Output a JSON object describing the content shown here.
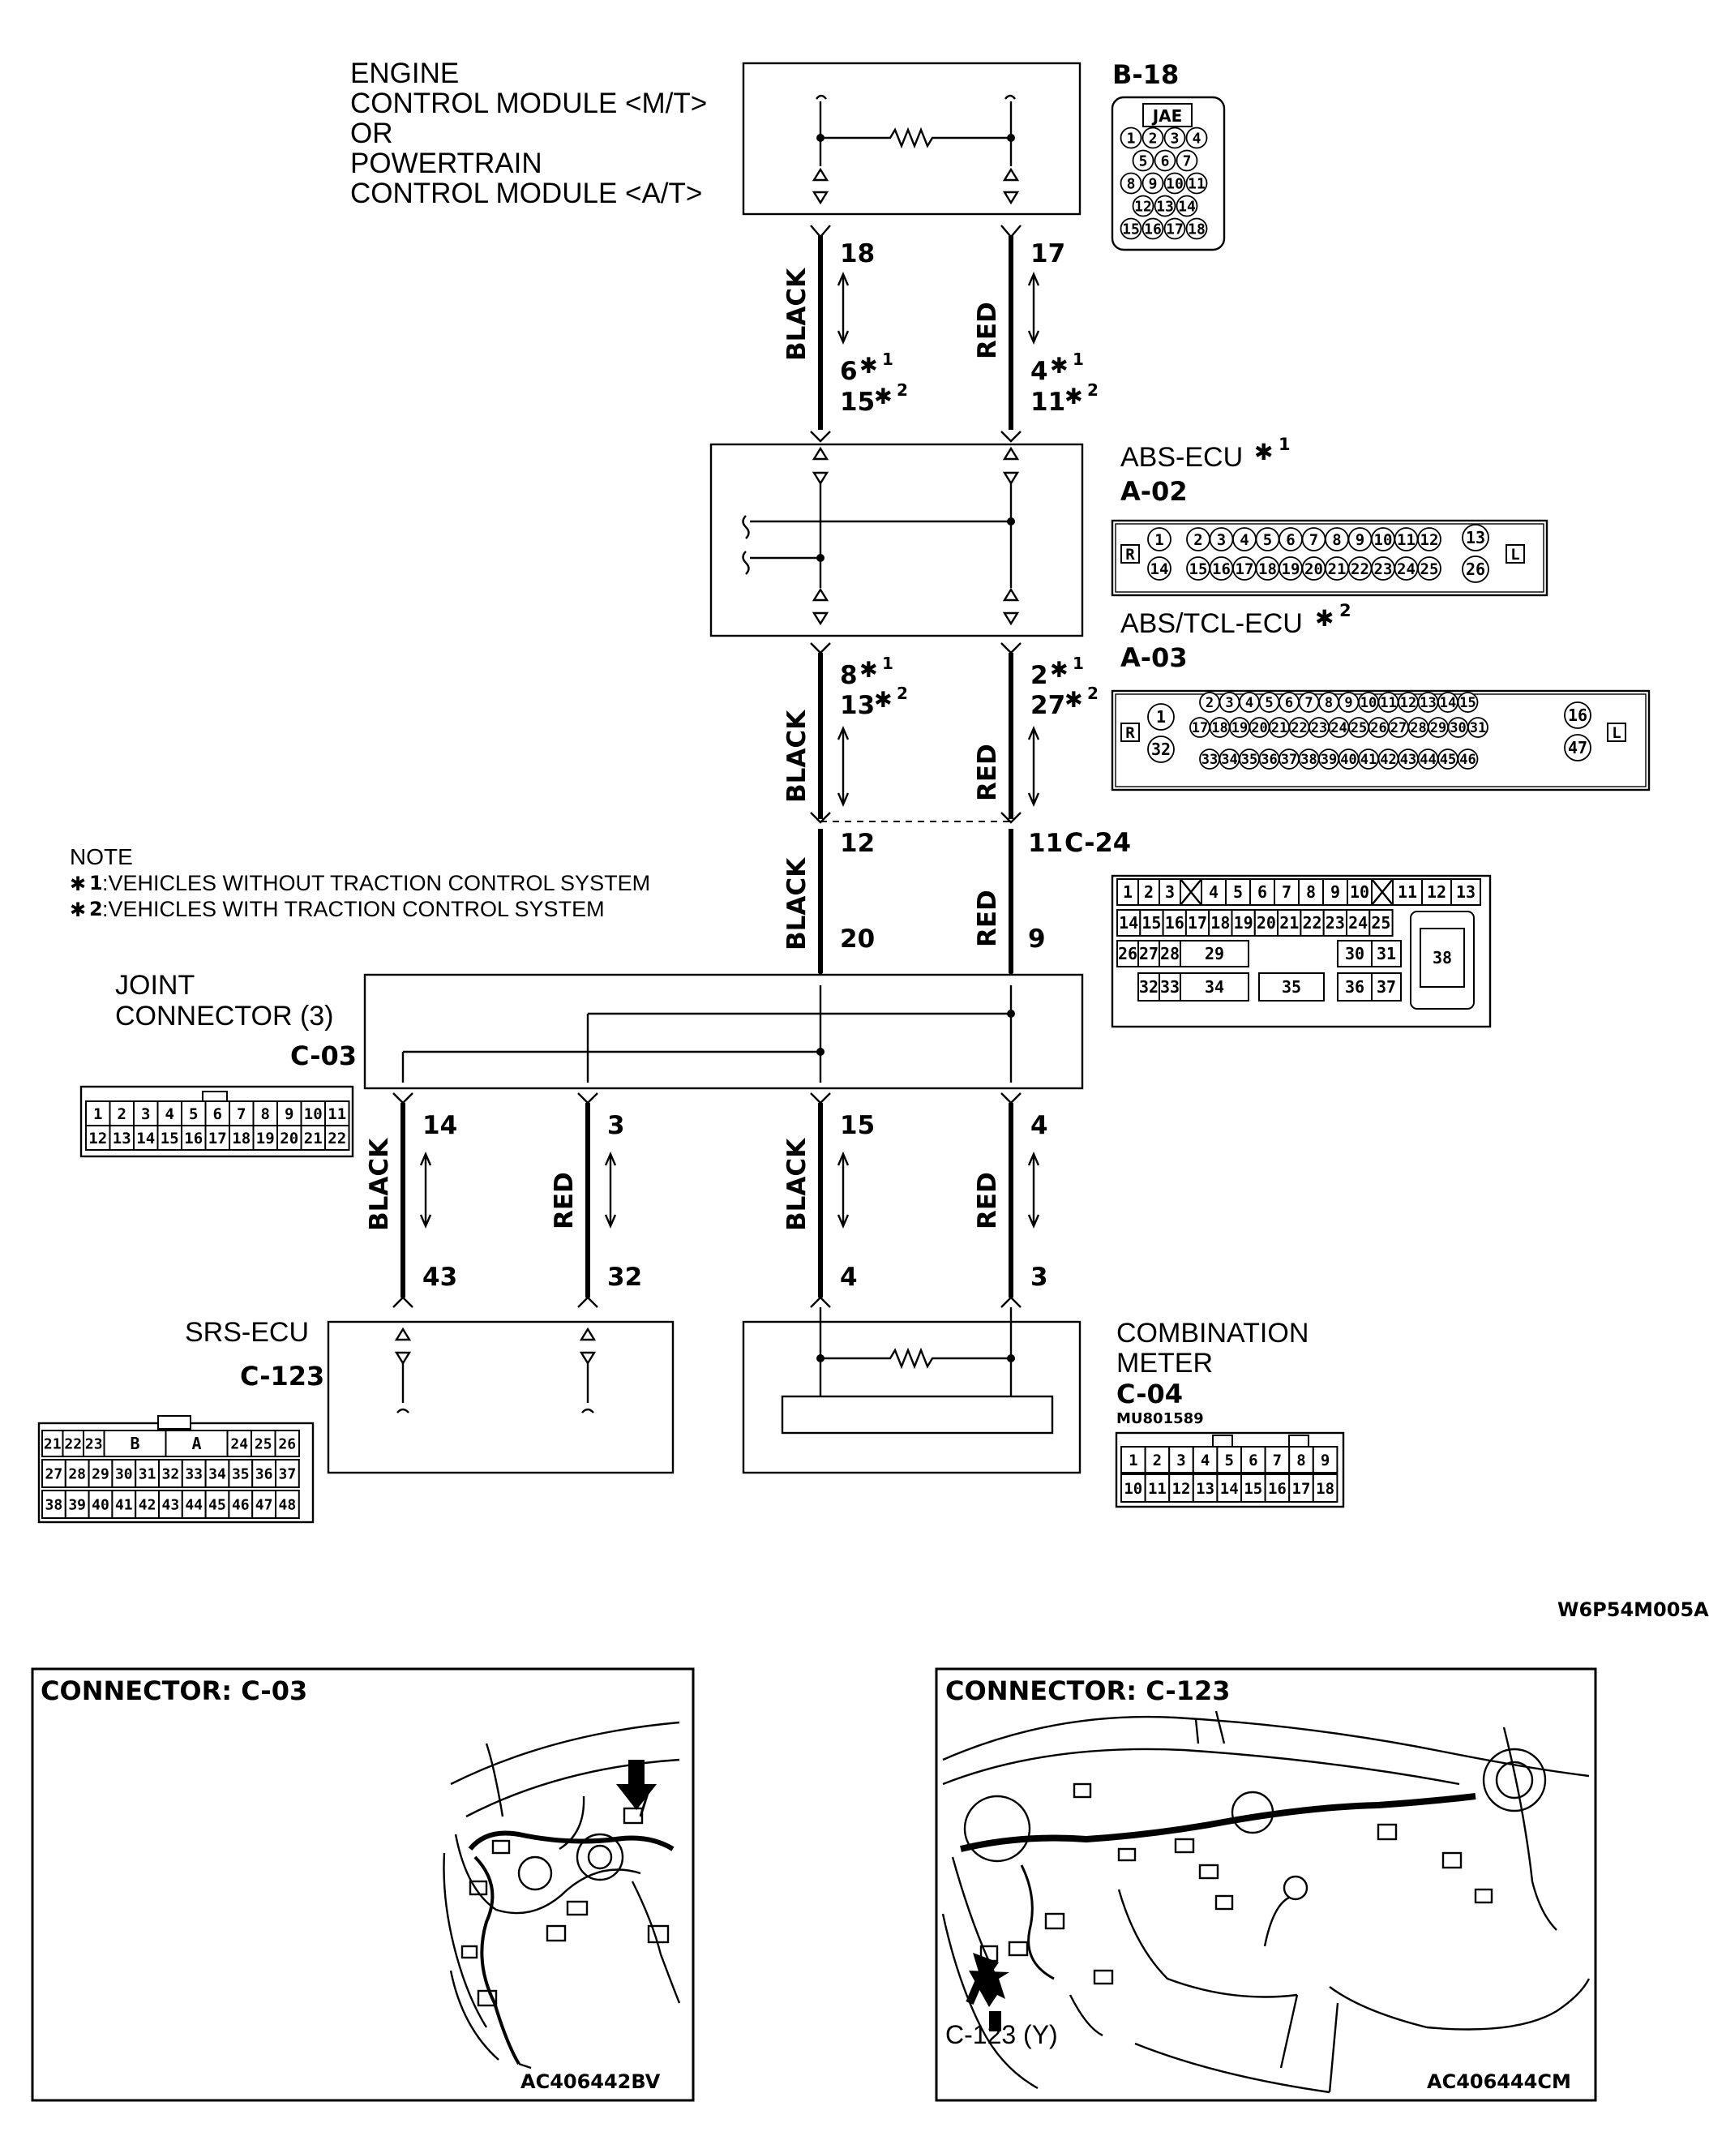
{
  "modules": {
    "ecm": [
      "ENGINE",
      "CONTROL MODULE <M/T>",
      "OR",
      "POWERTRAIN",
      "CONTROL MODULE <A/T>"
    ],
    "abs_ecu": "ABS-ECU",
    "abs_tcl_ecu": "ABS/TCL-ECU",
    "joint": [
      "JOINT",
      "CONNECTOR (3)"
    ],
    "srs": "SRS-ECU",
    "meter": [
      "COMBINATION",
      "METER"
    ]
  },
  "star": "✱",
  "sup1": "1",
  "sup2": "2",
  "connectors": {
    "b18": "B-18",
    "b18_brand": "JAE",
    "a02": "A-02",
    "a03": "A-03",
    "c24": "C-24",
    "c03": "C-03",
    "c123": "C-123",
    "c04": "C-04",
    "c04_part": "MU801589"
  },
  "pins": {
    "ecm_left": "18",
    "ecm_right": "17",
    "abs_top_left_1": "6",
    "abs_top_left_2": "15",
    "abs_top_right_1": "4",
    "abs_top_right_2": "11",
    "abs_bot_left_1": "8",
    "abs_bot_left_2": "13",
    "abs_bot_right_1": "2",
    "abs_bot_right_2": "27",
    "c24_left": "12",
    "c24_right": "11",
    "jc_top_left": "20",
    "jc_top_right": "9",
    "jc_out_1": "14",
    "jc_out_2": "3",
    "jc_out_3": "15",
    "jc_out_4": "4",
    "srs_1": "43",
    "srs_2": "32",
    "meter_1": "4",
    "meter_2": "3"
  },
  "colors": {
    "black": "BLACK",
    "red": "RED"
  },
  "note": {
    "title": "NOTE",
    "line1": ":VEHICLES WITHOUT TRACTION CONTROL SYSTEM",
    "line2": ":VEHICLES WITH TRACTION CONTROL SYSTEM"
  },
  "connector_pins": {
    "b18": [
      [
        "1",
        "2",
        "3",
        "4"
      ],
      [
        "5",
        "6",
        "7"
      ],
      [
        "8",
        "9",
        "10",
        "11"
      ],
      [
        "12",
        "13",
        "14"
      ],
      [
        "15",
        "16",
        "17",
        "18"
      ]
    ],
    "a02_top": [
      "2",
      "3",
      "4",
      "5",
      "6",
      "7",
      "8",
      "9",
      "10",
      "11",
      "12"
    ],
    "a02_bottom": [
      "15",
      "16",
      "17",
      "18",
      "19",
      "20",
      "21",
      "22",
      "23",
      "24",
      "25"
    ],
    "a02_misc": [
      "1",
      "14",
      "13",
      "26",
      "R",
      "L"
    ],
    "a03_row1": [
      "2",
      "3",
      "4",
      "5",
      "6",
      "7",
      "8",
      "9",
      "10",
      "11",
      "12",
      "13",
      "14",
      "15"
    ],
    "a03_row2": [
      "17",
      "18",
      "19",
      "20",
      "21",
      "22",
      "23",
      "24",
      "25",
      "26",
      "27",
      "28",
      "29",
      "30",
      "31"
    ],
    "a03_row3": [
      "33",
      "34",
      "35",
      "36",
      "37",
      "38",
      "39",
      "40",
      "41",
      "42",
      "43",
      "44",
      "45",
      "46"
    ],
    "a03_misc": [
      "1",
      "32",
      "16",
      "47",
      "R",
      "L"
    ],
    "c24_row1": [
      "1",
      "2",
      "3",
      "4",
      "5",
      "6",
      "7",
      "8",
      "9",
      "10",
      "11",
      "12",
      "13"
    ],
    "c24_row2": [
      "14",
      "15",
      "16",
      "17",
      "18",
      "19",
      "20",
      "21",
      "22",
      "23",
      "24",
      "25"
    ],
    "c24_row3": [
      "26",
      "27",
      "28",
      "29",
      "30",
      "31",
      "38"
    ],
    "c24_row4": [
      "32",
      "33",
      "34",
      "35",
      "36",
      "37"
    ],
    "c03_row1": [
      "1",
      "2",
      "3",
      "4",
      "5",
      "6",
      "7",
      "8",
      "9",
      "10",
      "11"
    ],
    "c03_row2": [
      "12",
      "13",
      "14",
      "15",
      "16",
      "17",
      "18",
      "19",
      "20",
      "21",
      "22"
    ],
    "c123_row1": [
      "21",
      "22",
      "23",
      "B",
      "A",
      "24",
      "25",
      "26"
    ],
    "c123_row2": [
      "27",
      "28",
      "29",
      "30",
      "31",
      "32",
      "33",
      "34",
      "35",
      "36",
      "37"
    ],
    "c123_row3": [
      "38",
      "39",
      "40",
      "41",
      "42",
      "43",
      "44",
      "45",
      "46",
      "47",
      "48"
    ],
    "c04_row1": [
      "1",
      "2",
      "3",
      "4",
      "5",
      "6",
      "7",
      "8",
      "9"
    ],
    "c04_row2": [
      "10",
      "11",
      "12",
      "13",
      "14",
      "15",
      "16",
      "17",
      "18"
    ]
  },
  "figure_code": "W6P54M005A",
  "photos": {
    "left": {
      "title": "CONNECTOR: C-03",
      "code": "AC406442BV"
    },
    "right": {
      "title": "CONNECTOR: C-123",
      "code": "AC406444CM",
      "callout": "C-123 (Y)"
    }
  }
}
